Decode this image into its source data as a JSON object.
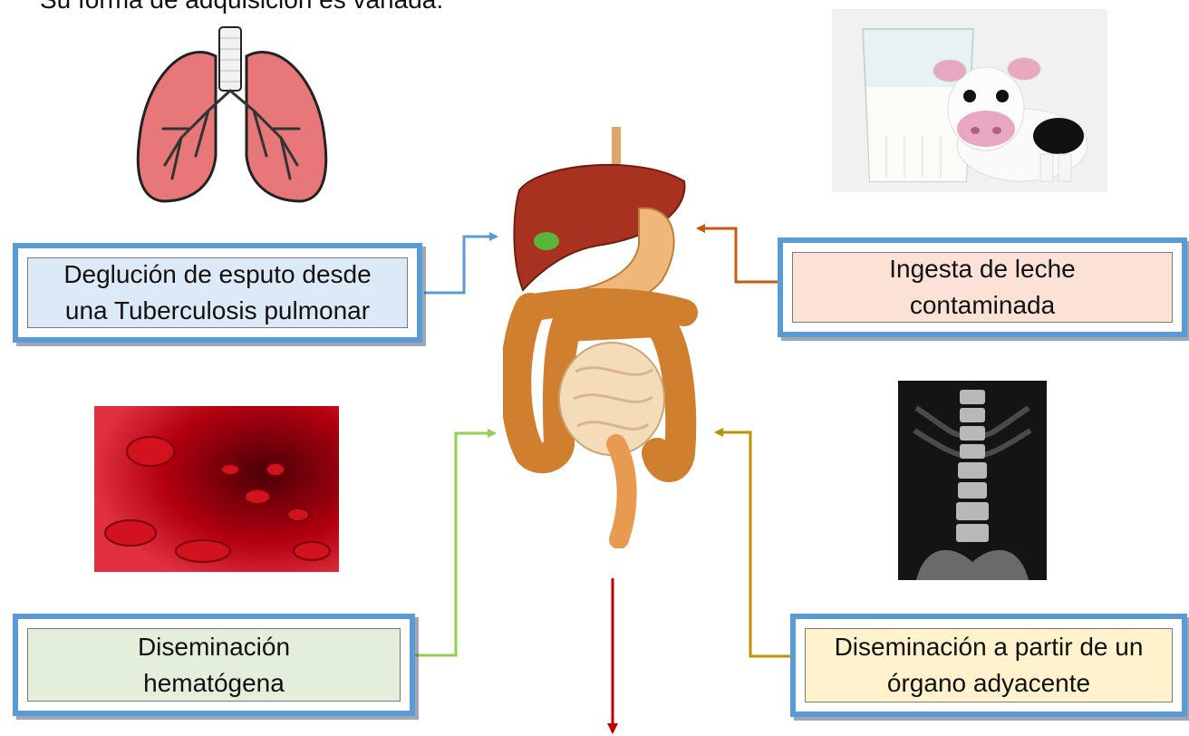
{
  "heading": "Su forma de adquisición es variada:",
  "boxes": {
    "sputum": {
      "lines": [
        "Deglución de esputo desde",
        "una Tuberculosis pulmonar"
      ],
      "fill": "#dce9f6",
      "arrow_color": "#5b9bd5"
    },
    "milk": {
      "lines": [
        "Ingesta de leche",
        "contaminada"
      ],
      "fill": "#fbe1d6",
      "arrow_color": "#c55a11"
    },
    "blood": {
      "lines": [
        "Diseminación",
        "hematógena"
      ],
      "fill": "#e4efdb",
      "arrow_color": "#92d050"
    },
    "organ": {
      "lines": [
        "Diseminación a partir de un",
        "órgano adyacente"
      ],
      "fill": "#fff2cc",
      "arrow_color": "#bf9000"
    }
  },
  "border_color": "#5b9bd5",
  "down_arrow_color": "#c00000",
  "illustrations": [
    "lungs-illustration",
    "milk-and-cow-photo",
    "digestive-system-illustration",
    "red-blood-cells-image",
    "spine-xray-image"
  ]
}
